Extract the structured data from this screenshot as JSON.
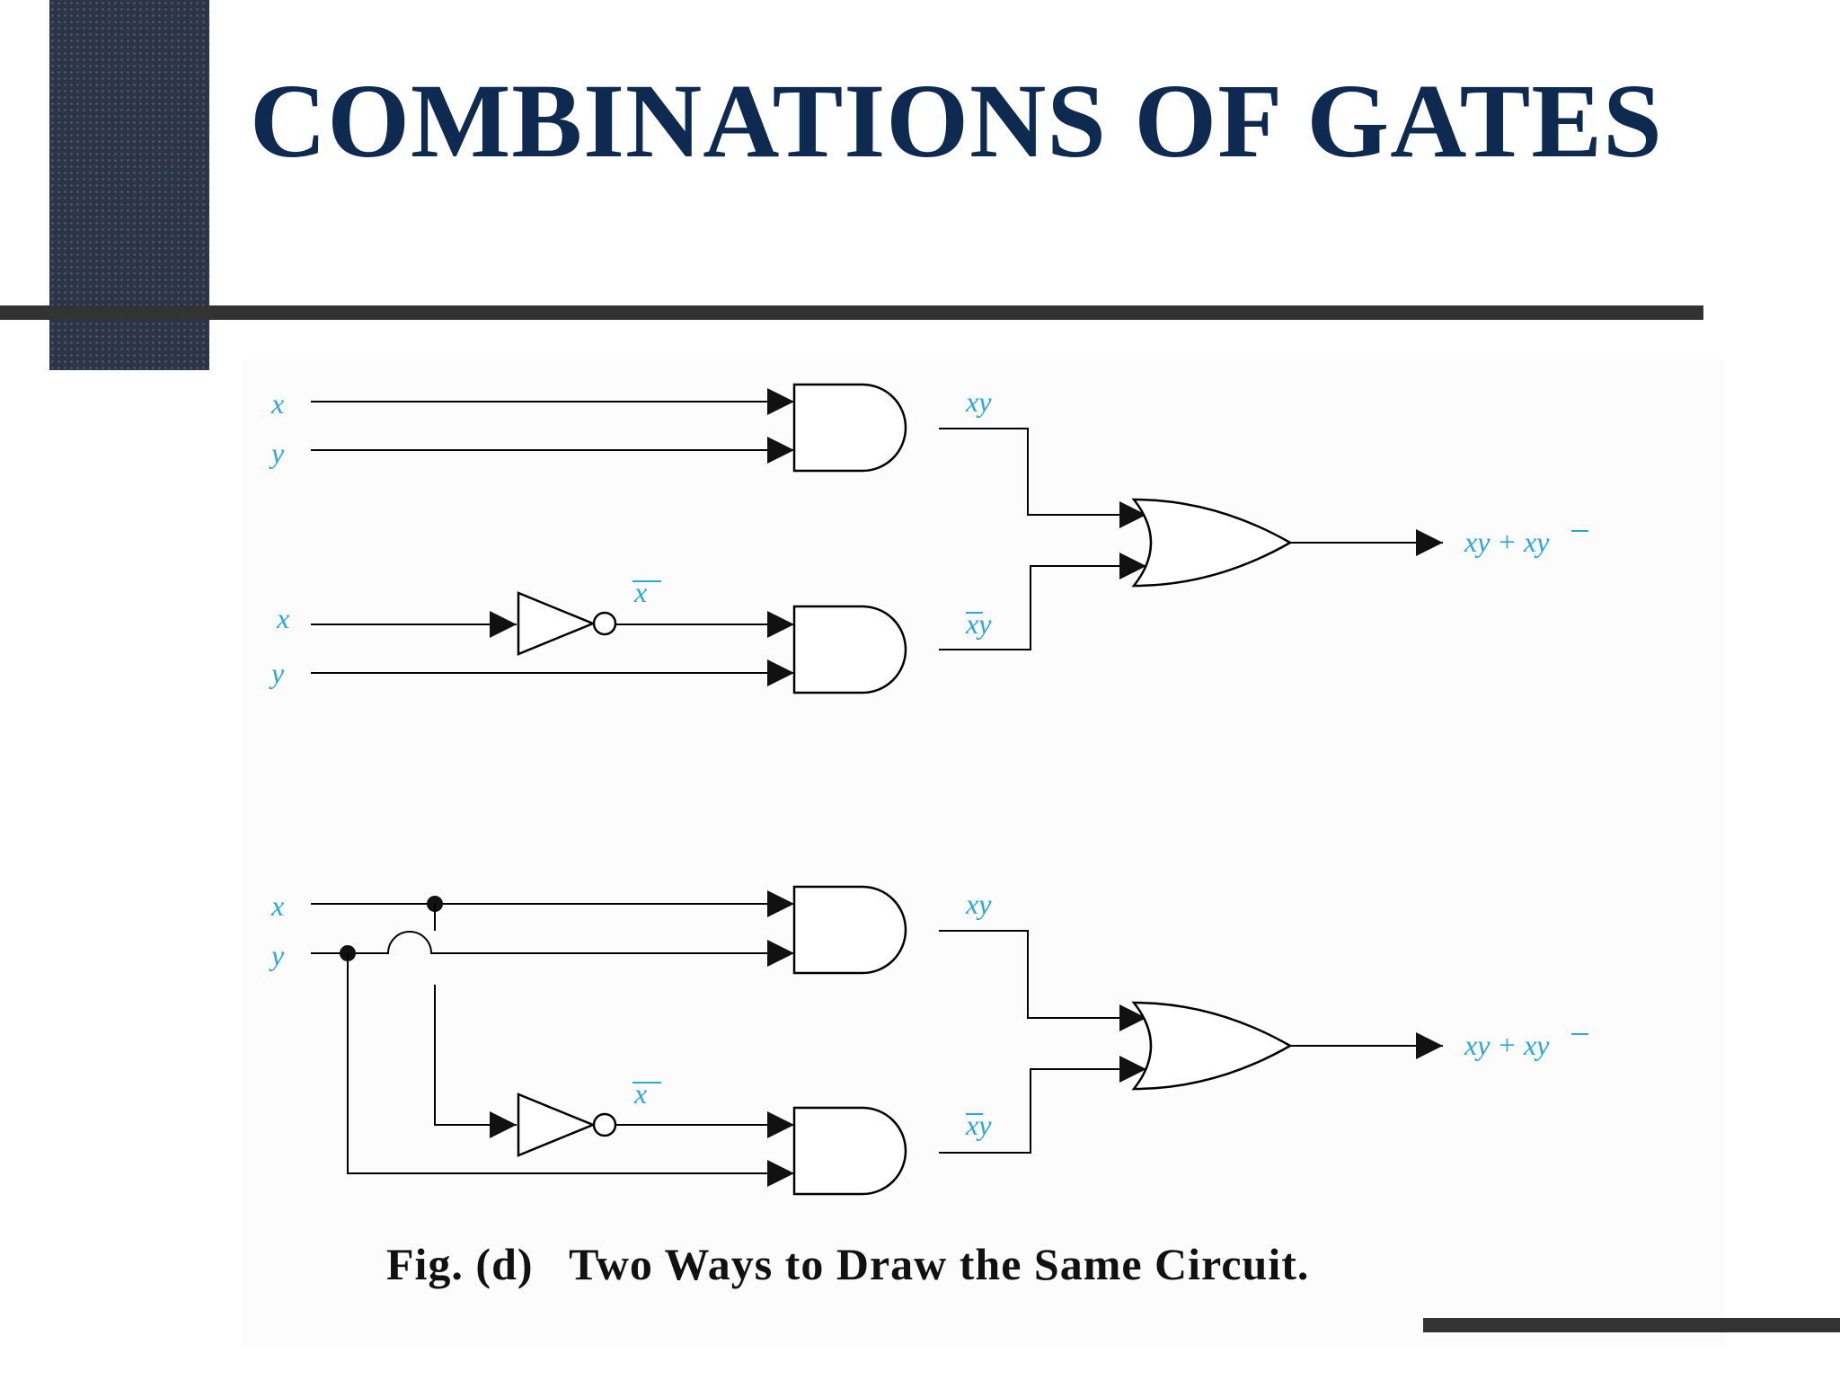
{
  "slide": {
    "title": "COMBINATIONS OF GATES"
  },
  "diagrams": [
    {
      "inputs": [
        "x",
        "y",
        "x",
        "y"
      ],
      "not_output": "x",
      "and_outputs": [
        "xy",
        "xy"
      ],
      "or_output": [
        "xy",
        " + ",
        "x",
        "y"
      ]
    },
    {
      "inputs": [
        "x",
        "y"
      ],
      "not_output": "x",
      "and_outputs": [
        "xy",
        "xy"
      ],
      "or_output": [
        "xy",
        " + ",
        "x",
        "y"
      ]
    }
  ],
  "caption": "Fig. (d)   Two Ways to Draw the Same Circuit.",
  "colors": {
    "title": "#0f2a50",
    "label": "#2aa6e0",
    "rule": "#333333"
  }
}
